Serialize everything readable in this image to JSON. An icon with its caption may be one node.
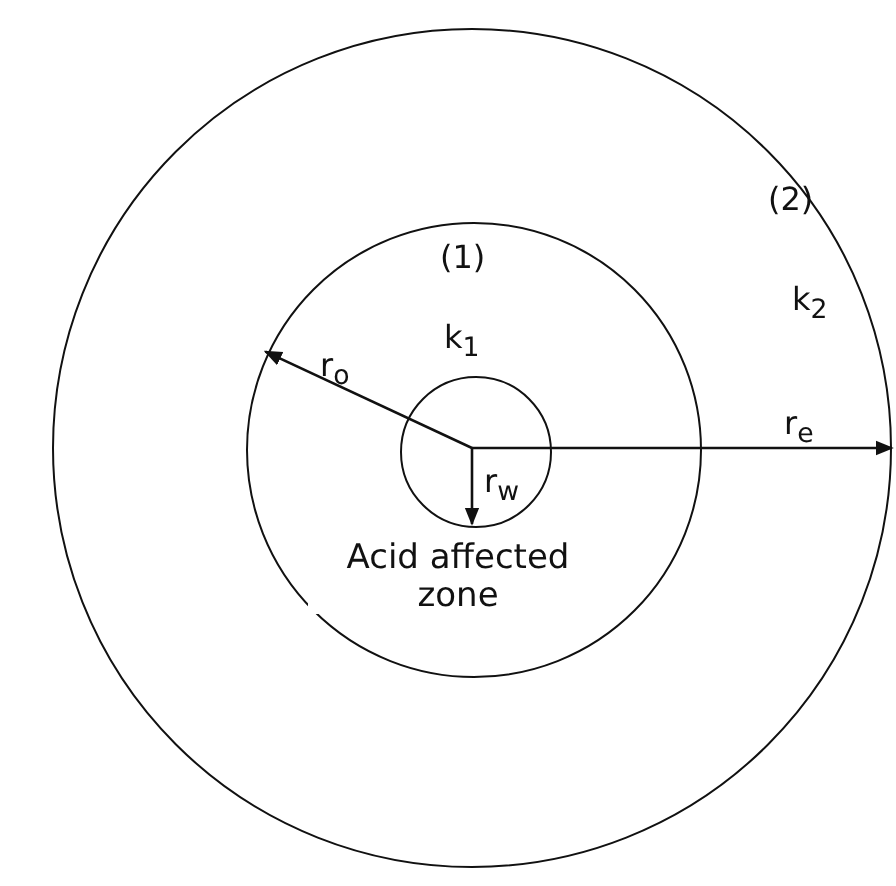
{
  "diagram": {
    "nodes": [
      {
        "text": [
          "(2)",
          "k$_{2}$"
        ]
      },
      {
        "text": [
          "(1)",
          "k$_{1}$",
          "Acid affected zone"
        ],
        "in": 0
      },
      {
        "text": [],
        "shape": "circle",
        "in": 1
      }
    ],
    "labels": [
      "r$_{o}$",
      "r$_{w}$",
      "r$_{e}$"
    ]
  }
}
